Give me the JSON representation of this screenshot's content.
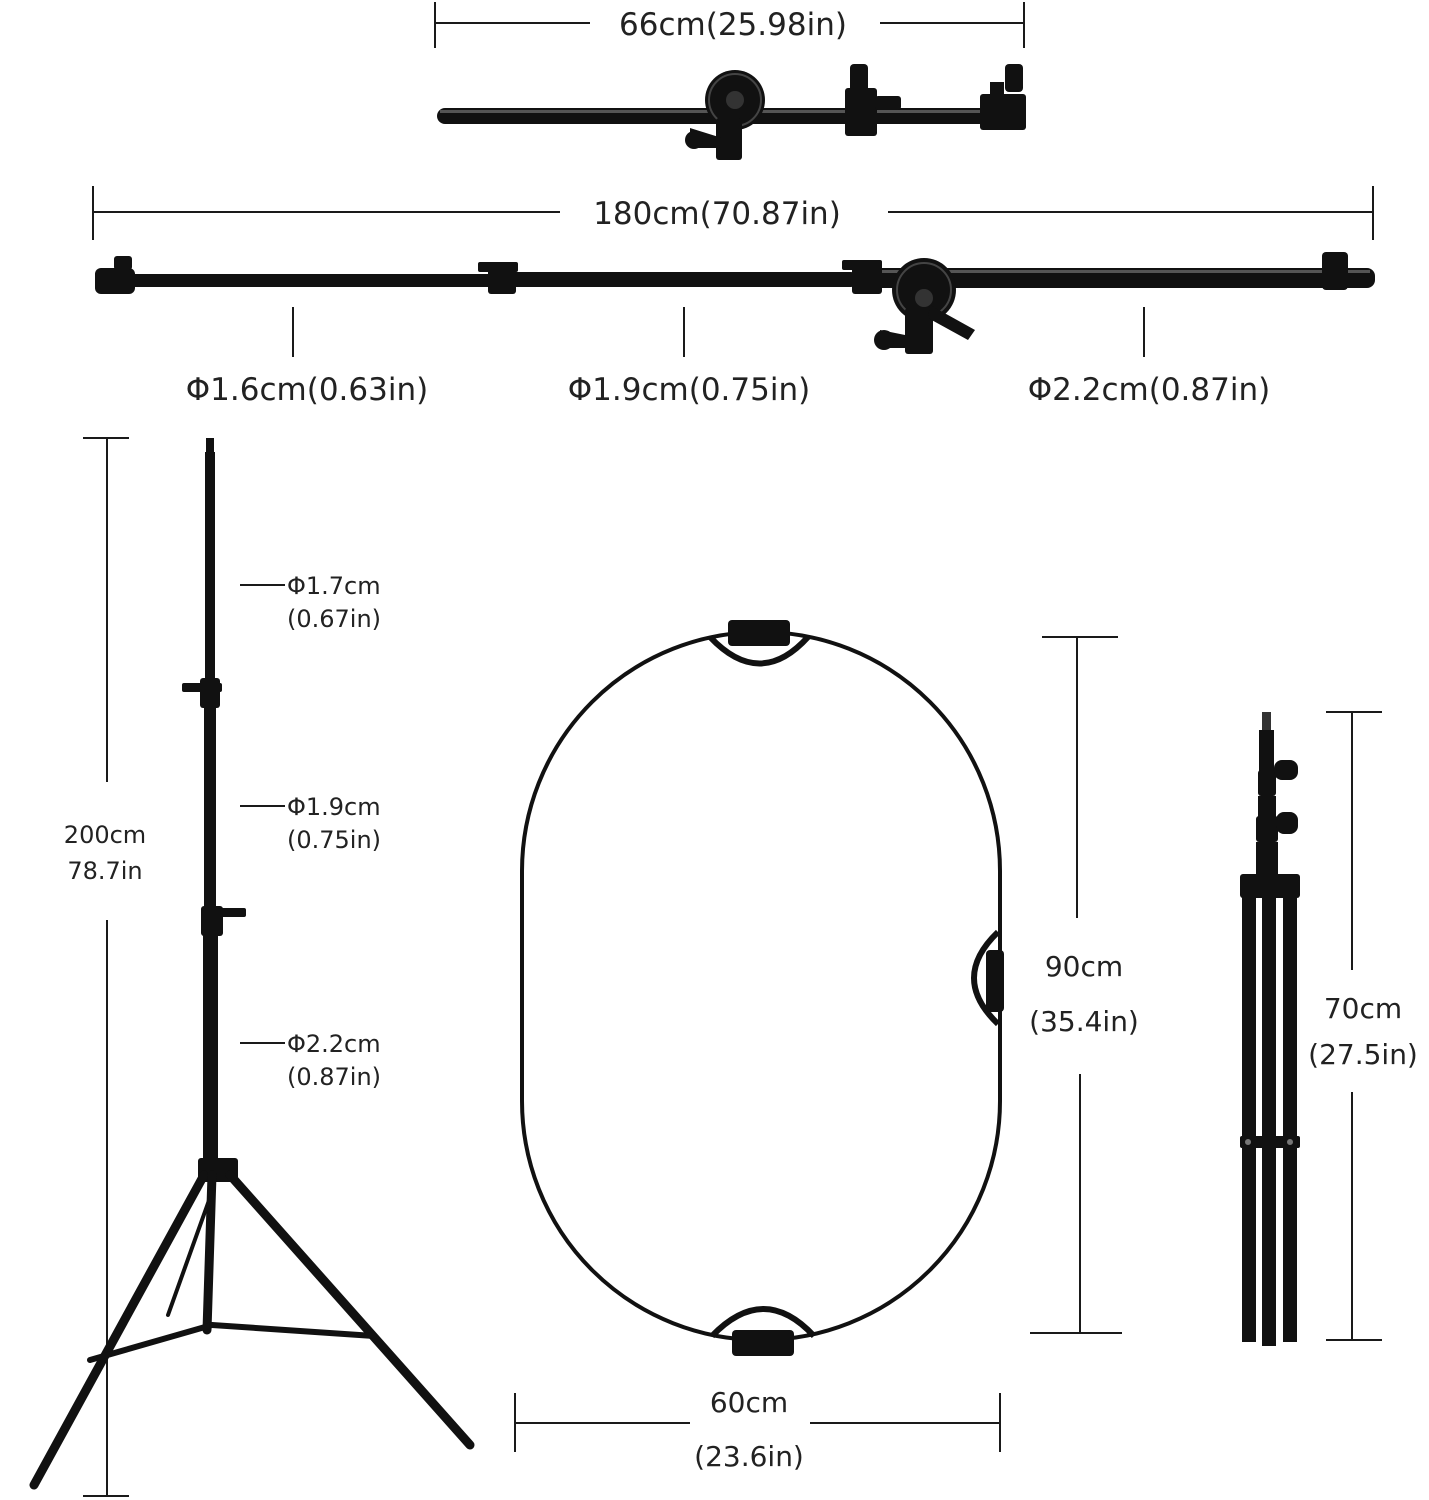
{
  "colors": {
    "line": "#1a1a1a",
    "metal": "#111111",
    "highlight": "#555555",
    "reflector_fill": "#ffffff"
  },
  "icons": [
    "boom-arm-short-icon",
    "boom-arm-long-icon",
    "light-stand-icon",
    "reflector-icon",
    "reflector-holder-stand-icon"
  ],
  "short_boom": {
    "length": "66cm(25.98in)"
  },
  "long_boom": {
    "length": "180cm(70.87in)",
    "diameters": [
      "Φ1.6cm(0.63in)",
      "Φ1.9cm(0.75in)",
      "Φ2.2cm(0.87in)"
    ]
  },
  "light_stand": {
    "height_cm": "200cm",
    "height_in": "78.7in",
    "sections": [
      {
        "cm": "Φ1.7cm",
        "in": "(0.67in)"
      },
      {
        "cm": "Φ1.9cm",
        "in": "(0.75in)"
      },
      {
        "cm": "Φ2.2cm",
        "in": "(0.87in)"
      }
    ]
  },
  "reflector": {
    "width_cm": "60cm",
    "width_in": "(23.6in)",
    "height_cm": "90cm",
    "height_in": "(35.4in)"
  },
  "small_stand": {
    "height_cm": "70cm",
    "height_in": "(27.5in)"
  }
}
